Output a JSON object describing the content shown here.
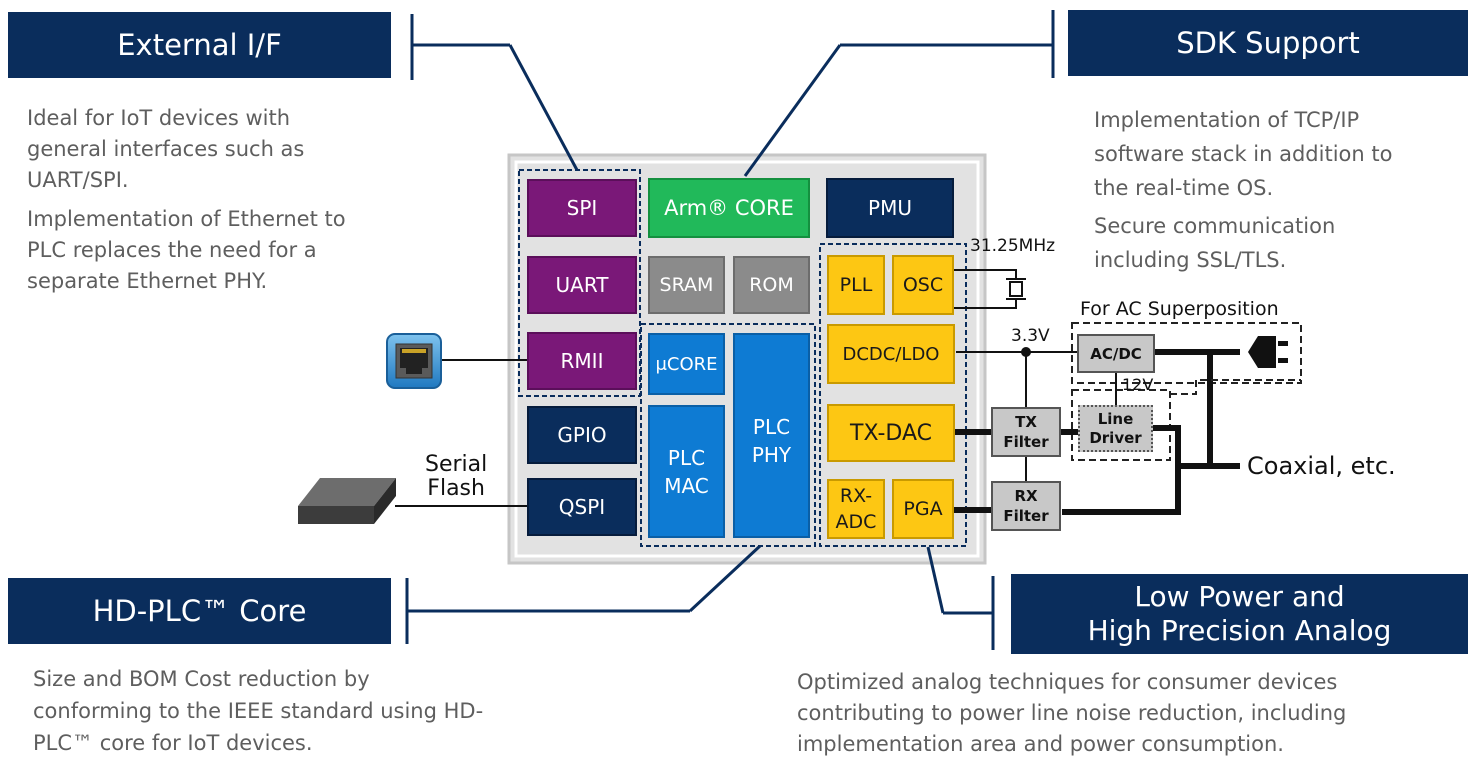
{
  "banners": {
    "external_if": "External I/F",
    "sdk_support": "SDK Support",
    "hd_plc_core": "HD-PLC™ Core",
    "low_power_line1": "Low Power and",
    "low_power_line2": "High Precision Analog"
  },
  "descriptions": {
    "external_if_p1": "Ideal for IoT devices with general interfaces such as UART/SPI.",
    "external_if_p2": "Implementation of Ethernet to PLC replaces the need for a separate Ethernet PHY.",
    "sdk_p1": "Implementation of TCP/IP software stack in addition to the real-time OS.",
    "sdk_p2": "Secure communication including SSL/TLS.",
    "core_p1": "Size and BOM Cost reduction by conforming to the IEEE standard using HD-PLC™ core for IoT devices.",
    "analog_p1": "Optimized analog techniques for consumer devices contributing to power line noise reduction, including implementation area and power consumption."
  },
  "blocks": {
    "spi": "SPI",
    "uart": "UART",
    "rmii": "RMII",
    "gpio": "GPIO",
    "qspi": "QSPI",
    "arm_core": "Arm® CORE",
    "pmu": "PMU",
    "sram": "SRAM",
    "rom": "ROM",
    "ucore": "μCORE",
    "plc_mac": "PLC MAC",
    "plc_phy": "PLC PHY",
    "pll": "PLL",
    "osc": "OSC",
    "dcdc_ldo": "DCDC/LDO",
    "tx_dac": "TX-DAC",
    "rx_adc": "RX-ADC",
    "pga": "PGA",
    "tx_filter": "TX Filter",
    "rx_filter": "RX Filter",
    "ac_dc": "AC/DC",
    "line_driver": "Line Driver"
  },
  "labels": {
    "crystal_freq": "31.25MHz",
    "voltage_3v3": "3.3V",
    "voltage_12v": "12V",
    "ac_superposition": "For AC Superposition",
    "coaxial": "Coaxial, etc.",
    "serial_flash_1": "Serial",
    "serial_flash_2": "Flash"
  },
  "colors": {
    "banner_navy": "#0a2d5c",
    "purple": "#7a1878",
    "green": "#21b95a",
    "blue": "#0e7bd3",
    "yellow": "#fdc713",
    "gray": "#8b8b8b"
  },
  "icons": {
    "ethernet": "ethernet-port-icon",
    "flash": "serial-flash-chip-icon",
    "plug": "power-plug-icon",
    "crystal": "crystal-oscillator-icon"
  }
}
